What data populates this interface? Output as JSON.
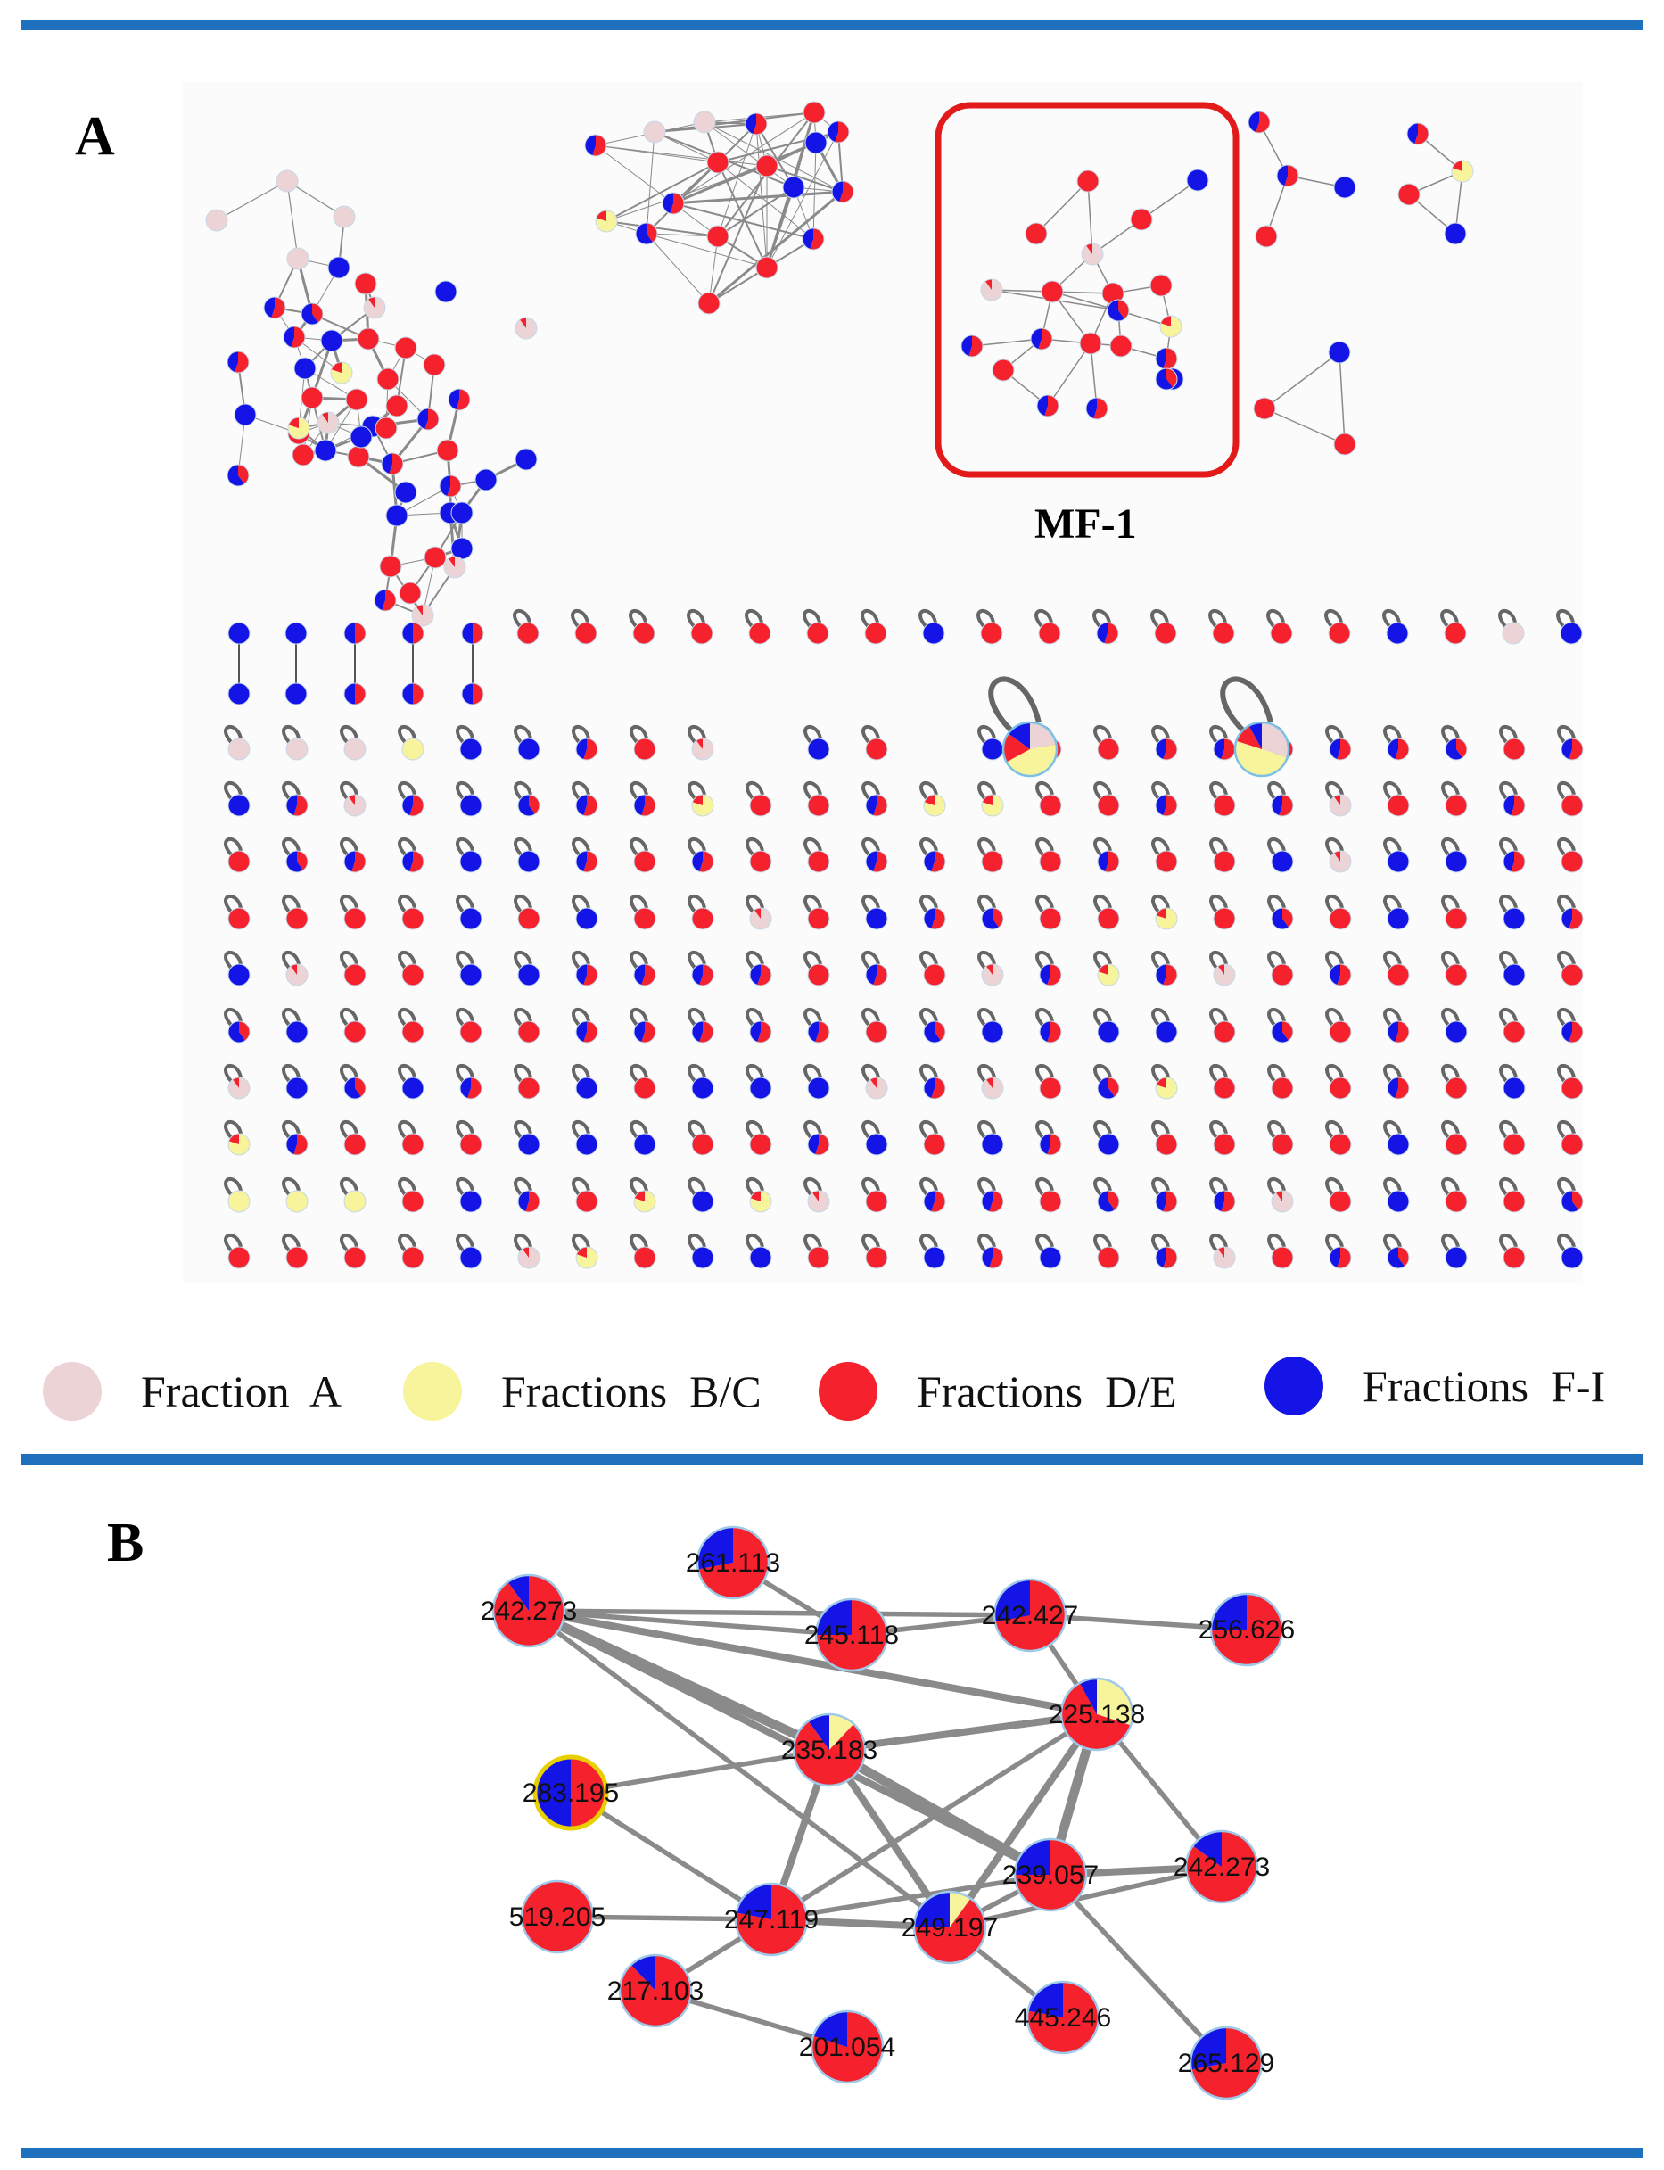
{
  "panels": {
    "a_letter": "A",
    "b_letter": "B",
    "cluster_label": "MF-1"
  },
  "colors": {
    "fraction_a": "#ecd3d6",
    "fractions_bc": "#f8f49c",
    "fractions_de": "#f5222d",
    "fractions_fi": "#1414e6",
    "rule": "#1f6fbf",
    "cluster_box": "#e21a1a",
    "edge": "#8a8a8a"
  },
  "legend": [
    {
      "label": "Fraction  A",
      "color_key": "fraction_a"
    },
    {
      "label": "Fractions  B/C",
      "color_key": "fractions_bc"
    },
    {
      "label": "Fractions  D/E",
      "color_key": "fractions_de"
    },
    {
      "label": "Fractions  F-I",
      "color_key": "fractions_fi"
    }
  ],
  "network_b": {
    "nodes": [
      {
        "id": "n1",
        "label": "261.113",
        "frac": [
          0,
          0,
          0.72,
          0.28
        ]
      },
      {
        "id": "n2",
        "label": "242.273",
        "frac": [
          0,
          0,
          0.9,
          0.1
        ]
      },
      {
        "id": "n3",
        "label": "245.118",
        "frac": [
          0,
          0,
          0.75,
          0.25
        ]
      },
      {
        "id": "n4",
        "label": "242.427",
        "frac": [
          0,
          0,
          0.72,
          0.28
        ]
      },
      {
        "id": "n5",
        "label": "256.626",
        "frac": [
          0,
          0,
          0.75,
          0.25
        ]
      },
      {
        "id": "n6",
        "label": "225.138",
        "frac": [
          0,
          0.3,
          0.62,
          0.08
        ]
      },
      {
        "id": "n7",
        "label": "235.183",
        "frac": [
          0,
          0.12,
          0.78,
          0.1
        ]
      },
      {
        "id": "n8",
        "label": "283.195",
        "frac": [
          0,
          0,
          0.5,
          0.5
        ]
      },
      {
        "id": "n9",
        "label": "239.057",
        "frac": [
          0,
          0,
          0.75,
          0.25
        ]
      },
      {
        "id": "n10",
        "label": "242.273",
        "frac": [
          0,
          0,
          0.85,
          0.15
        ]
      },
      {
        "id": "n11",
        "label": "519.205",
        "frac": [
          0,
          0,
          1,
          0
        ]
      },
      {
        "id": "n12",
        "label": "247.119",
        "frac": [
          0,
          0,
          0.78,
          0.22
        ]
      },
      {
        "id": "n13",
        "label": "249.197",
        "frac": [
          0,
          0.1,
          0.65,
          0.25
        ]
      },
      {
        "id": "n14",
        "label": "217.103",
        "frac": [
          0,
          0,
          0.88,
          0.12
        ]
      },
      {
        "id": "n15",
        "label": "445.246",
        "frac": [
          0,
          0,
          0.78,
          0.22
        ]
      },
      {
        "id": "n16",
        "label": "201.054",
        "frac": [
          0,
          0,
          0.8,
          0.2
        ]
      },
      {
        "id": "n17",
        "label": "265.129",
        "frac": [
          0,
          0,
          0.72,
          0.28
        ]
      }
    ],
    "edges": [
      {
        "s": "n1",
        "t": "n3",
        "w": 1
      },
      {
        "s": "n2",
        "t": "n3",
        "w": 1
      },
      {
        "s": "n2",
        "t": "n4",
        "w": 1
      },
      {
        "s": "n3",
        "t": "n4",
        "w": 1
      },
      {
        "s": "n4",
        "t": "n5",
        "w": 1
      },
      {
        "s": "n4",
        "t": "n6",
        "w": 1
      },
      {
        "s": "n2",
        "t": "n6",
        "w": 2
      },
      {
        "s": "n2",
        "t": "n7",
        "w": 3
      },
      {
        "s": "n2",
        "t": "n9",
        "w": 2
      },
      {
        "s": "n2",
        "t": "n13",
        "w": 1
      },
      {
        "s": "n7",
        "t": "n6",
        "w": 2
      },
      {
        "s": "n8",
        "t": "n7",
        "w": 1
      },
      {
        "s": "n8",
        "t": "n12",
        "w": 1
      },
      {
        "s": "n7",
        "t": "n12",
        "w": 2
      },
      {
        "s": "n7",
        "t": "n13",
        "w": 2
      },
      {
        "s": "n7",
        "t": "n9",
        "w": 3
      },
      {
        "s": "n6",
        "t": "n9",
        "w": 3
      },
      {
        "s": "n6",
        "t": "n12",
        "w": 1
      },
      {
        "s": "n6",
        "t": "n13",
        "w": 2
      },
      {
        "s": "n6",
        "t": "n10",
        "w": 1
      },
      {
        "s": "n9",
        "t": "n10",
        "w": 2
      },
      {
        "s": "n9",
        "t": "n12",
        "w": 1
      },
      {
        "s": "n9",
        "t": "n13",
        "w": 1
      },
      {
        "s": "n9",
        "t": "n17",
        "w": 1
      },
      {
        "s": "n12",
        "t": "n13",
        "w": 2
      },
      {
        "s": "n11",
        "t": "n12",
        "w": 1
      },
      {
        "s": "n12",
        "t": "n14",
        "w": 1
      },
      {
        "s": "n14",
        "t": "n16",
        "w": 1
      },
      {
        "s": "n13",
        "t": "n15",
        "w": 1
      },
      {
        "s": "n13",
        "t": "n10",
        "w": 1
      }
    ]
  }
}
